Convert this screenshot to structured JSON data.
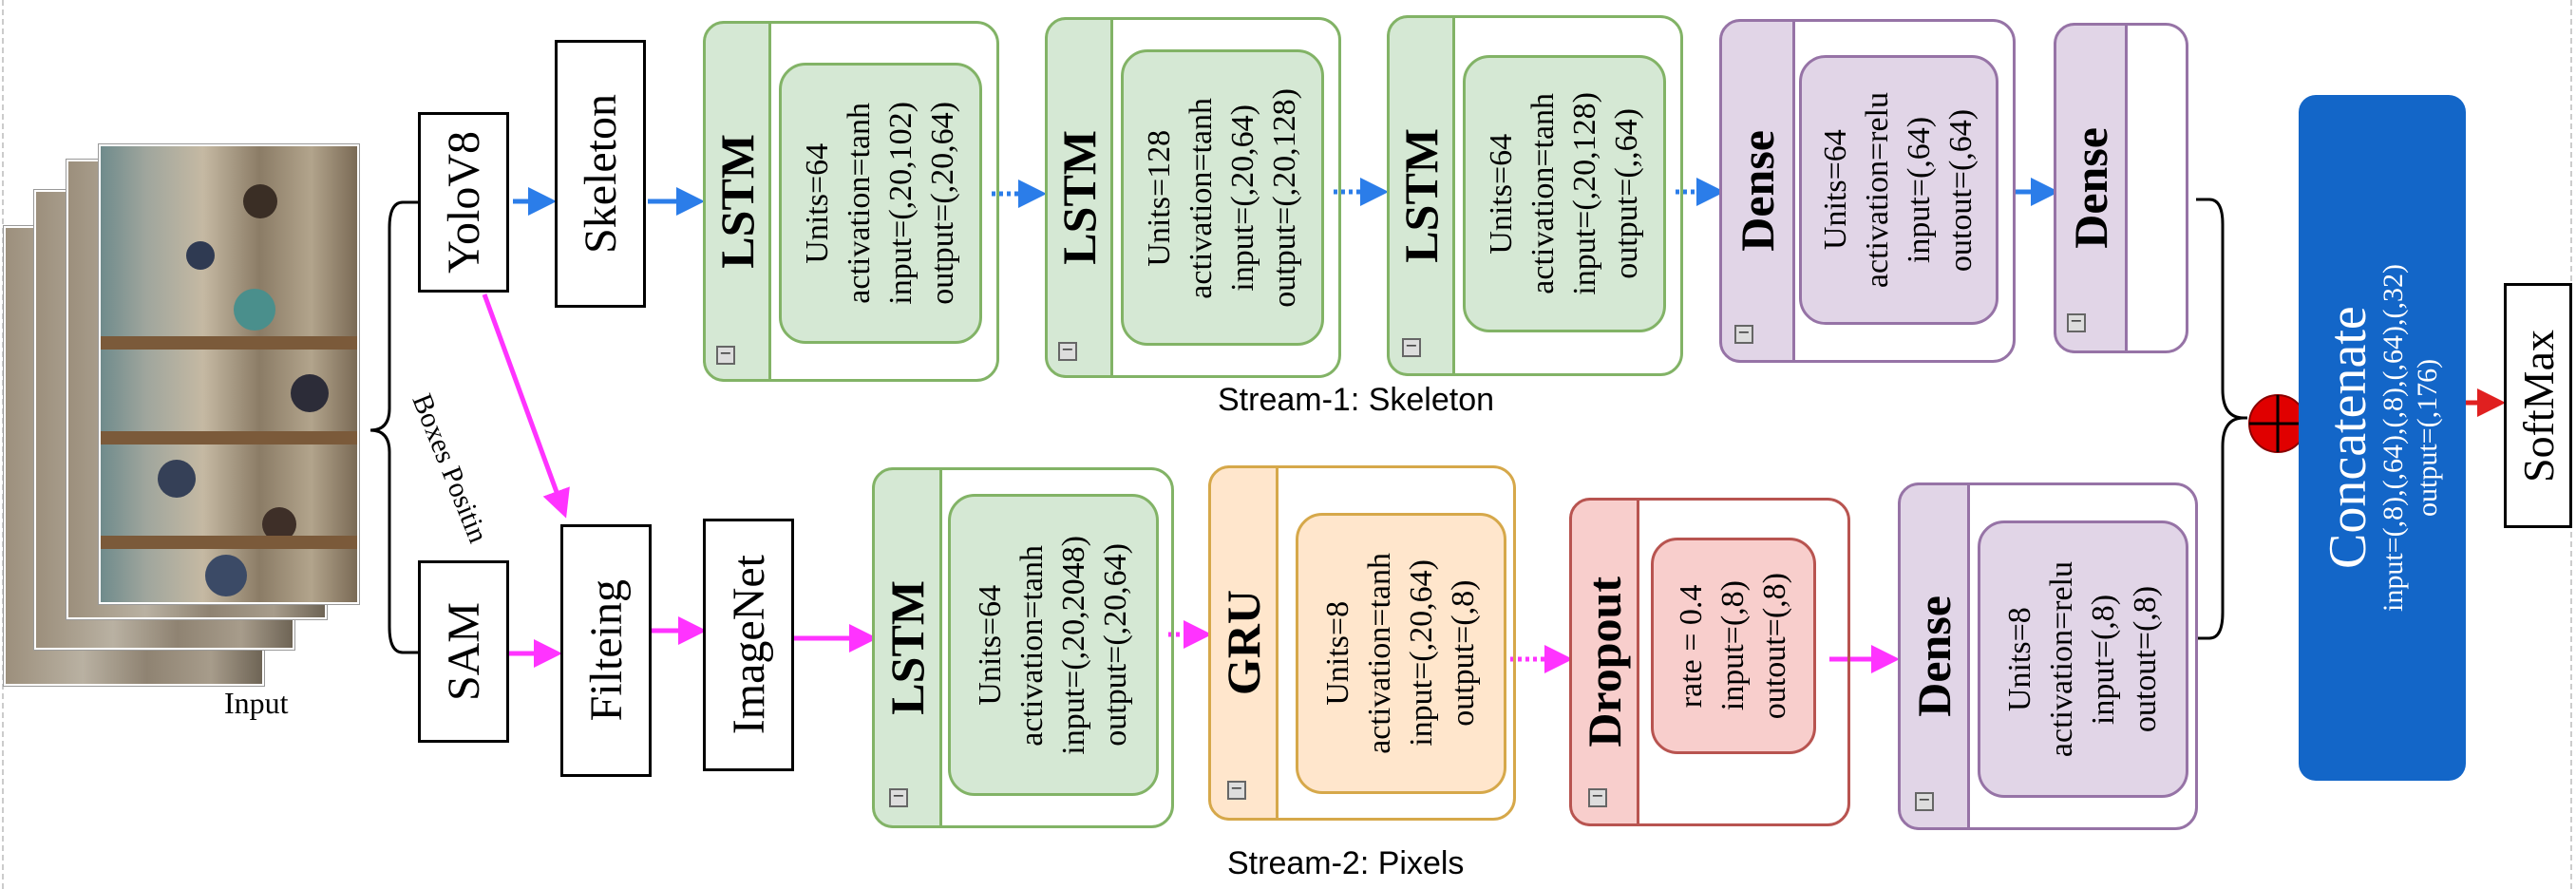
{
  "input": {
    "label": "Input"
  },
  "top_left": {
    "yolo": "YoloV8",
    "skeleton": "Skeleton",
    "sam": "SAM",
    "filtering": "Filteing",
    "imagenet": "ImageNet",
    "boxes_label": "Boxes Positin"
  },
  "stream1": {
    "caption": "Stream-1: Skeleton",
    "layers": [
      {
        "name": "LSTM",
        "params": [
          "Units=64",
          "activation=tanh",
          "input=(,20,102)",
          "output=(,20,64)"
        ]
      },
      {
        "name": "LSTM",
        "params": [
          "Units=128",
          "activation=tanh",
          "input=(,20,64)",
          "output=(,20,128)"
        ]
      },
      {
        "name": "LSTM",
        "params": [
          "Units=64",
          "activation=tanh",
          "input=(,20,128)",
          "output=(,,64)"
        ]
      },
      {
        "name": "Dense",
        "params": [
          "Units=64",
          "activation=relu",
          "input=(,64)",
          "outout=(,64)"
        ]
      },
      {
        "name": "Dense",
        "params": []
      }
    ]
  },
  "stream2": {
    "caption": "Stream-2: Pixels",
    "layers": [
      {
        "name": "LSTM",
        "params": [
          "Units=64",
          "activation=tanh",
          "input=(,20,2048)",
          "output=(,20,64)"
        ]
      },
      {
        "name": "GRU",
        "params": [
          "Units=8",
          "activation=tanh",
          "input=(,20,64)",
          "output=(,8)"
        ]
      },
      {
        "name": "Dropout",
        "params": [
          "rate = 0.4",
          "input=(,8)",
          "outout=(,8)"
        ]
      },
      {
        "name": "Dense",
        "params": [
          "Units=8",
          "activation=relu",
          "input=(,8)",
          "outout=(,8)"
        ]
      }
    ]
  },
  "concatenate": {
    "title": "Concatenate",
    "params": [
      "input=(,8),(,64),(,8),(,64),(,32)",
      "output=(,176)"
    ]
  },
  "softmax": {
    "label": "SoftMax"
  },
  "colors": {
    "lstm_fill": "#d5e8d4",
    "lstm_stroke": "#82b366",
    "dense_fill": "#e1d5e7",
    "dense_stroke": "#9673a6",
    "gru_fill": "#ffe6cc",
    "gru_stroke": "#d6a84a",
    "dropout_fill": "#f8cecc",
    "dropout_stroke": "#b85450",
    "concat_fill": "#1366c8",
    "blue_arrow": "#2b7de9",
    "magenta_arrow": "#ff33ff",
    "red_arrow": "#e02020",
    "merge_fill": "#e00000"
  }
}
